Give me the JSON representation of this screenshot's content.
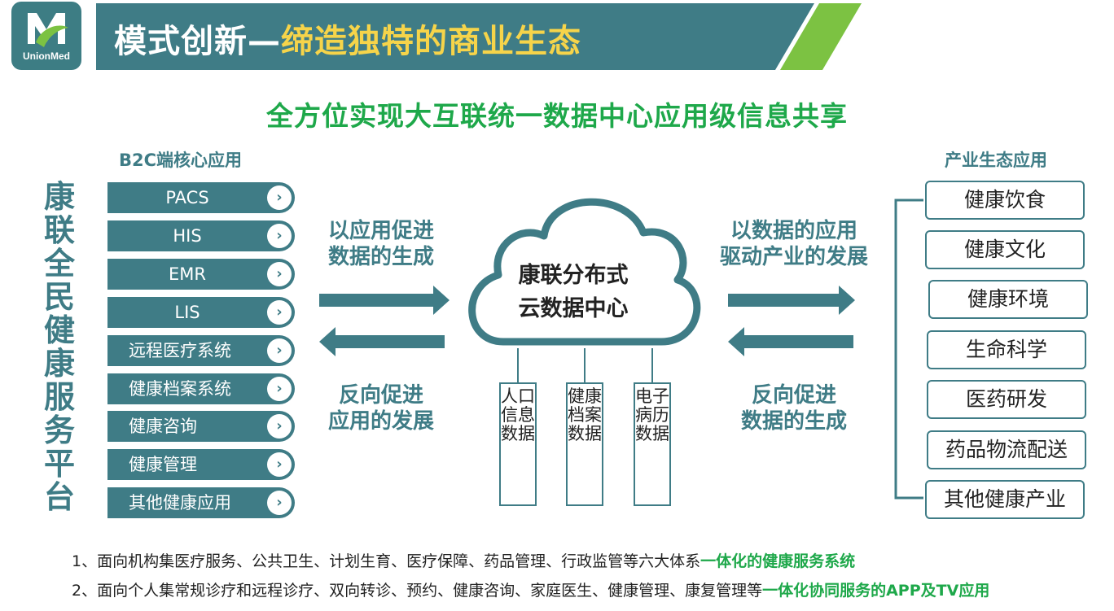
{
  "header": {
    "logo_text": "UnionMed",
    "title_main": "模式创新—",
    "title_highlight": "缔造独特的商业生态"
  },
  "subtitle": "全方位实现大互联统一数据中心应用级信息共享",
  "vertical_title": "康联全民健康服务平台",
  "left": {
    "heading": "B2C端核心应用",
    "items": [
      {
        "label": "PACS",
        "align": "center"
      },
      {
        "label": "HIS",
        "align": "center"
      },
      {
        "label": "EMR",
        "align": "center"
      },
      {
        "label": "LIS",
        "align": "center"
      },
      {
        "label": "远程医疗系统",
        "align": "left"
      },
      {
        "label": "健康档案系统",
        "align": "left"
      },
      {
        "label": "健康咨询",
        "align": "left"
      },
      {
        "label": "健康管理",
        "align": "left"
      },
      {
        "label": "其他健康应用",
        "align": "left"
      }
    ],
    "chevron": "›"
  },
  "center": {
    "left_top": "以应用促进\n数据的生成",
    "left_bottom": "反向促进\n应用的发展",
    "right_top": "以数据的应用\n驱动产业的发展",
    "right_bottom": "反向促进\n数据的生成",
    "cloud_text": "康联分布式\n云数据中心",
    "databases": [
      "人口信息数据",
      "健康档案数据",
      "电子病历数据"
    ]
  },
  "right": {
    "heading": "产业生态应用",
    "items": [
      "健康饮食",
      "健康文化",
      "健康环境",
      "生命科学",
      "医药研发",
      "药品物流配送",
      "其他健康产业"
    ]
  },
  "notes": [
    {
      "text": "1、面向机构集医疗服务、公共卫生、计划生育、医疗保障、药品管理、行政监管等六大体系",
      "emphasis": "一体化的健康服务系统"
    },
    {
      "text": "2、面向个人集常规诊疗和远程诊疗、双向转诊、预约、健康咨询、家庭医生、健康管理、康复管理等",
      "emphasis": "一体化协同服务的APP及TV应用"
    }
  ],
  "colors": {
    "teal": "#3f7c86",
    "green": "#1ea84a",
    "yellow": "#f6d44a",
    "lime": "#7cc242"
  }
}
